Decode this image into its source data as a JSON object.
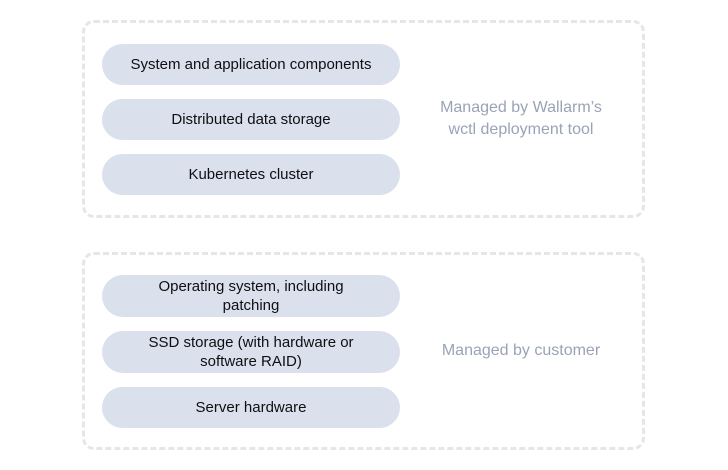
{
  "groups": [
    {
      "name": "managed-by-wallarm",
      "caption": "Managed by Wallarm’s\nwctl deployment tool",
      "pills": [
        {
          "label": "System and application components"
        },
        {
          "label": "Distributed data storage"
        },
        {
          "label": "Kubernetes cluster"
        }
      ]
    },
    {
      "name": "managed-by-customer",
      "caption": "Managed by customer",
      "pills": [
        {
          "label": "Operating system, including\npatching"
        },
        {
          "label": "SSD storage (with hardware or\nsoftware RAID)"
        },
        {
          "label": "Server hardware"
        }
      ]
    }
  ],
  "colors": {
    "pill_background": "#dbe1ec",
    "pill_text": "#0e0e13",
    "caption_text": "#9aa3b6",
    "dashed_border": "#e6e6e6",
    "page_background": "#ffffff"
  }
}
